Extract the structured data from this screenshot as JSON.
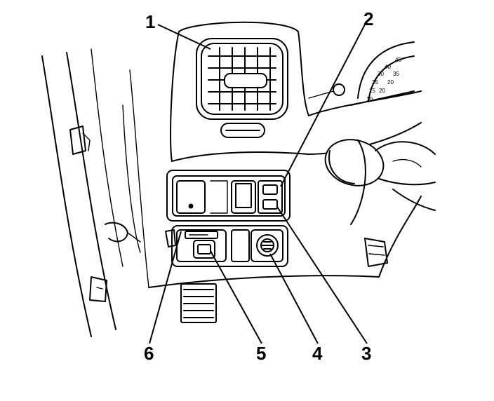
{
  "callouts": [
    {
      "id": "1",
      "label": "1"
    },
    {
      "id": "2",
      "label": "2"
    },
    {
      "id": "3",
      "label": "3"
    },
    {
      "id": "4",
      "label": "4"
    },
    {
      "id": "5",
      "label": "5"
    },
    {
      "id": "6",
      "label": "6"
    }
  ],
  "gauge": {
    "ticks": [
      "45",
      "40",
      "35",
      "30",
      "25",
      "20",
      "15",
      "10"
    ]
  }
}
